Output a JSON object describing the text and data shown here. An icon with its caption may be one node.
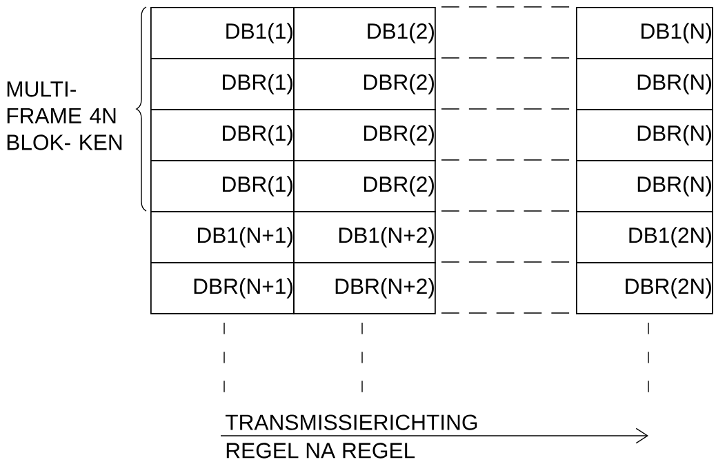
{
  "diagram": {
    "labels": [
      "MULTI- FRAME 4N BLOK- KEN",
      "DB1(1)",
      "DB1(2)",
      "DB1(N)",
      "DBR(1)",
      "DBR(2)",
      "DBR(N)",
      "DBR(1)",
      "DBR(2)",
      "DBR(N)",
      "DBR(1)",
      "DBR(2)",
      "DBR(N)",
      "DB1(N+1)",
      "DB1(N+2)",
      "DB1(2N)",
      "DBR(N+1)",
      "DBR(N+2)",
      "DBR(2N)",
      "TRANSMISSIERICHTING",
      "REGEL NA REGEL"
    ]
  }
}
